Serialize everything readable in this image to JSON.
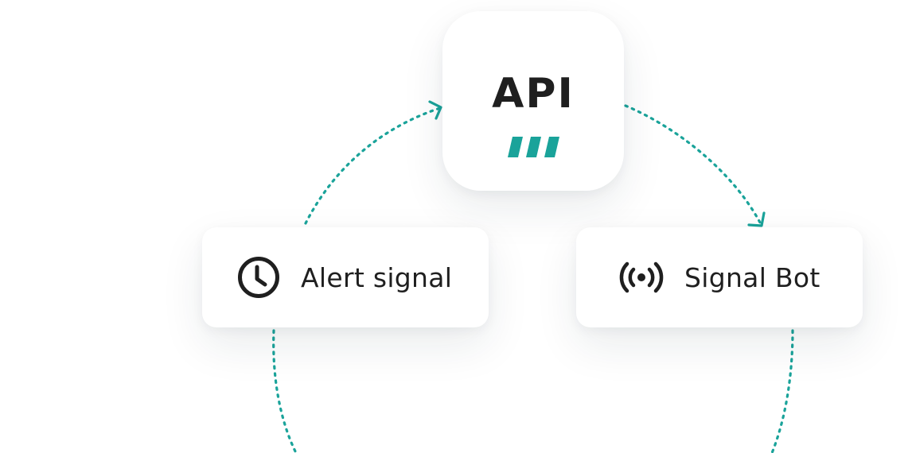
{
  "api": {
    "title": "API",
    "logo_icon": "api-triple-bar-logo"
  },
  "nodes": [
    {
      "label": "Alert signal",
      "icon": "clock-icon"
    },
    {
      "label": "Signal Bot",
      "icon": "broadcast-icon"
    }
  ],
  "colors": {
    "accent": "#1aa39a",
    "text": "#1f1f1f",
    "card": "#ffffff"
  }
}
